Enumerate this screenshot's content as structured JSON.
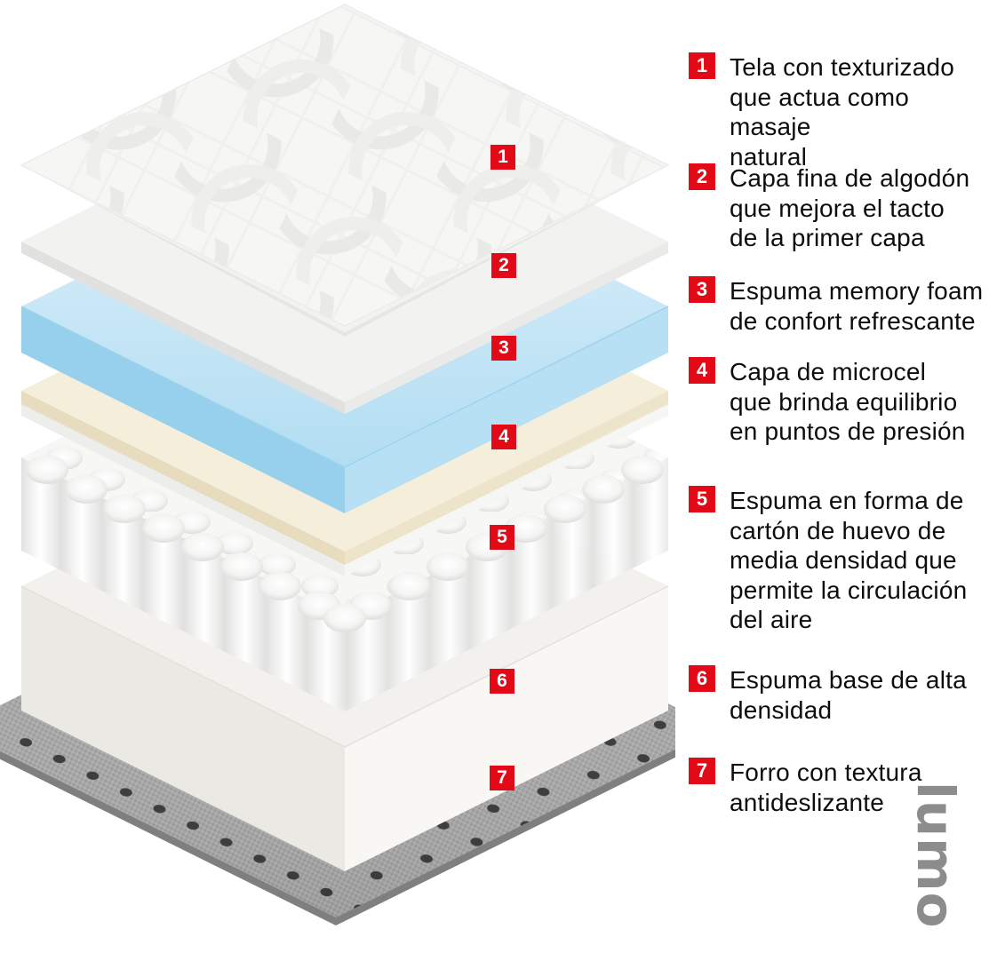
{
  "legend": {
    "items": [
      {
        "number": "1",
        "text": "Tela con texturizado\nque actua como masaje\nnatural"
      },
      {
        "number": "2",
        "text": "Capa fina de algodón\nque mejora el tacto\nde la primer capa"
      },
      {
        "number": "3",
        "text": "Espuma memory foam\nde confort refrescante"
      },
      {
        "number": "4",
        "text": "Capa de microcel\nque brinda equilibrio\nen puntos de presión"
      },
      {
        "number": "5",
        "text": "Espuma en forma de\ncartón de huevo de\nmedia densidad que\npermite la circulación\ndel aire"
      },
      {
        "number": "6",
        "text": "Espuma base de alta\ndensidad"
      },
      {
        "number": "7",
        "text": "Forro con textura\nantideslizante"
      }
    ]
  },
  "diagram": {
    "markers": [
      "1",
      "2",
      "3",
      "4",
      "5",
      "6",
      "7"
    ]
  },
  "logo": {
    "text": "lumo"
  },
  "colors": {
    "accent_red": "#e20a17",
    "memory_foam_blue": "#bfe2f4",
    "microcel_cream": "#f3edda",
    "base_foam_white": "#f5f4f0",
    "antislip_fabric_grey": "#a6a6a6",
    "logo_grey": "#8c8c8c"
  }
}
